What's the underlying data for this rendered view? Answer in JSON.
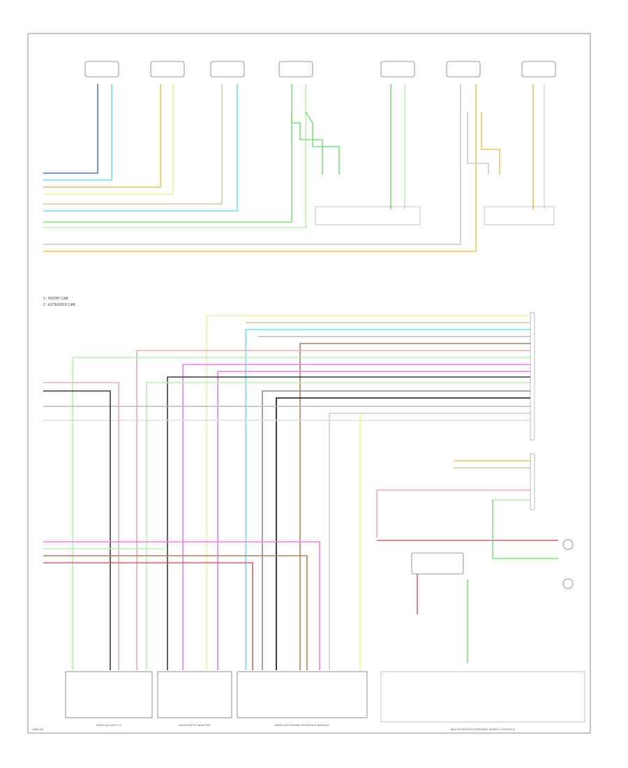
{
  "colors": {
    "blue": "#5a6fc8",
    "cyan": "#6fe3f0",
    "yellow": "#f3ef9a",
    "green": "#7fe07f",
    "light_green": "#b9f0b0",
    "orange": "#f5c35a",
    "pink": "#f5a8b4",
    "red": "#e05a6a",
    "magenta": "#f07cf0",
    "brown": "#b08060",
    "dark_gray": "#3a3a3a",
    "gray": "#8a8a8a",
    "black": "#111111",
    "tan": "#d8c7a0"
  },
  "legend": {
    "item1": "1 : FRONT CAB",
    "item2": "2 : EXTENDED CAB"
  },
  "bottom_components": {
    "c1": "RADIO (EXCEPT 2)",
    "c2": "AUDIO INPUT ADAPTER",
    "c3": "WIRELESS PHONE INTERFACE MODULE",
    "c4": "MULTIFUNCTION STEERING WHEEL CONTROLS"
  },
  "page_id": "GMB-001"
}
